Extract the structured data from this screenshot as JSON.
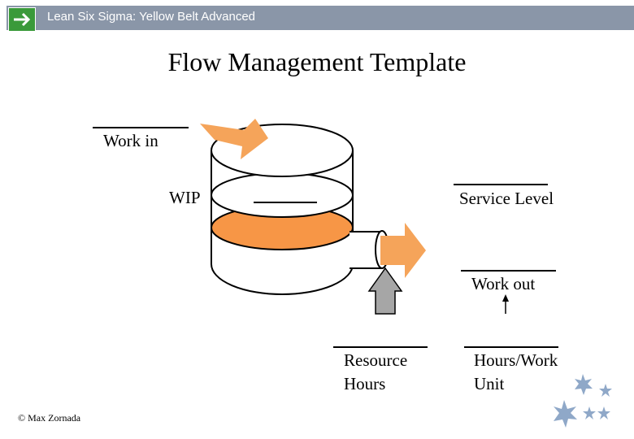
{
  "header": {
    "title": "Lean Six Sigma: Yellow Belt Advanced",
    "icon": "arrow-right-icon",
    "accent": "#3a9a3a",
    "bar_color": "#8a96a8"
  },
  "slide": {
    "title": "Flow Management Template",
    "labels": {
      "work_in": "Work in",
      "wip": "WIP",
      "service_level": "Service Level",
      "work_out": "Work out",
      "resource_hours_line1": "Resource",
      "resource_hours_line2": "Hours",
      "hours_per_unit_line1": "Hours/Work",
      "hours_per_unit_line2": "Unit"
    },
    "copyright": "© Max Zornada"
  },
  "colors": {
    "orange": "#f5a45a",
    "fill_orange": "#f79646",
    "gray_arrow": "#a6a6a6",
    "stars": "#8fa8c8"
  }
}
